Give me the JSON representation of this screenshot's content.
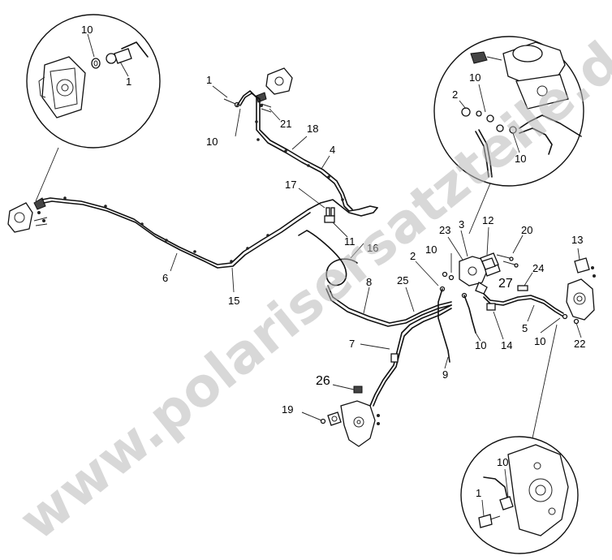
{
  "watermark": "www.polarisersatzteile.de",
  "callouts": {
    "c1_topleft": "1",
    "c10_topleft": "10",
    "c1_rear": "1",
    "c10_rear": "10",
    "c21": "21",
    "c18": "18",
    "c4": "4",
    "c17": "17",
    "c11": "11",
    "c16": "16",
    "c6": "6",
    "c15": "15",
    "c8": "8",
    "c25": "25",
    "c7": "7",
    "c26": "26",
    "c19": "19",
    "c9": "9",
    "c10_mid": "10",
    "c2_mid": "2",
    "c10_mc": "10",
    "c23": "23",
    "c3": "3",
    "c12": "12",
    "c20": "20",
    "c24": "24",
    "c27": "27",
    "c14": "14",
    "c5": "5",
    "c10_right": "10",
    "c22": "22",
    "c13": "13",
    "c2_inset": "2",
    "c10_inset_a": "10",
    "c10_inset_b": "10",
    "c1_inset_br": "1",
    "c10_inset_br": "10"
  }
}
